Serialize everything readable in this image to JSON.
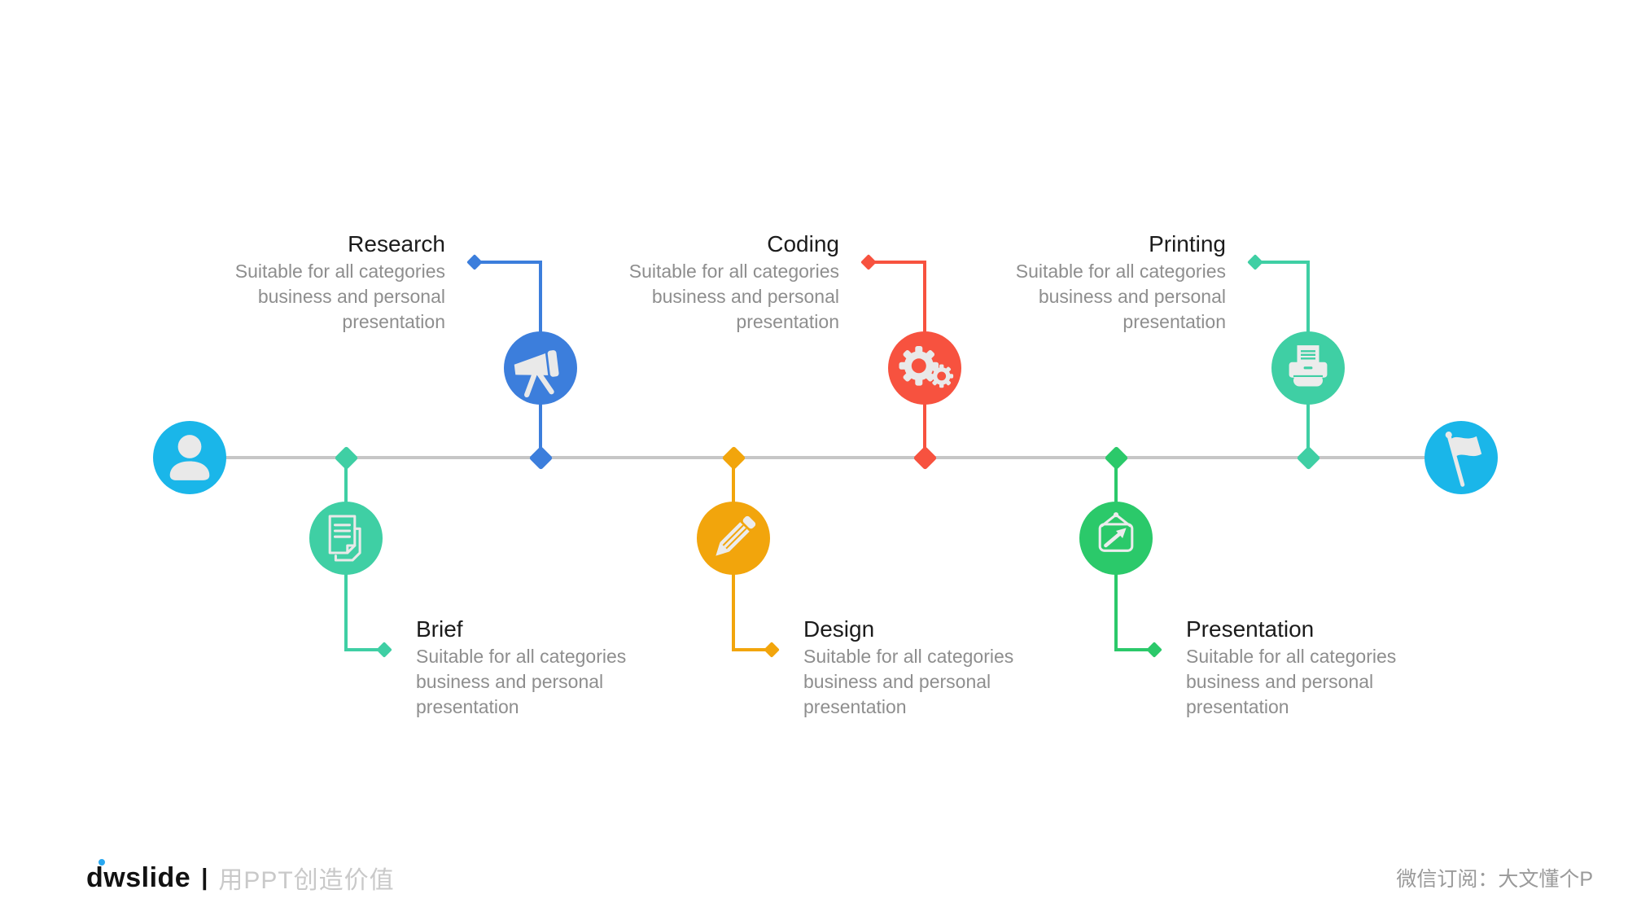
{
  "slide": {
    "background_color": "#FFFFFF",
    "timeline_color": "#C6C6C6",
    "icon_glyph_color": "#E9E9E9",
    "endpoints": {
      "start": {
        "icon": "person-icon",
        "color": "#1AB6E9"
      },
      "end": {
        "icon": "flag-icon",
        "color": "#1AB6E9"
      }
    },
    "milestones": [
      {
        "title": "Research",
        "position": "above",
        "color": "#3C7EDC",
        "icon": "telescope-icon",
        "description_lines": [
          "Suitable for all categories",
          "business and personal",
          "presentation"
        ]
      },
      {
        "title": "Brief",
        "position": "below",
        "color": "#3FCFA4",
        "icon": "documents-icon",
        "description_lines": [
          "Suitable for all categories",
          "business and personal",
          "presentation"
        ]
      },
      {
        "title": "Coding",
        "position": "above",
        "color": "#F7523F",
        "icon": "gears-icon",
        "description_lines": [
          "Suitable for all categories",
          "business and personal",
          "presentation"
        ]
      },
      {
        "title": "Design",
        "position": "below",
        "color": "#F2A50C",
        "icon": "pencil-icon",
        "description_lines": [
          "Suitable for all categories",
          "business and personal",
          "presentation"
        ]
      },
      {
        "title": "Printing",
        "position": "above",
        "color": "#3FCFA4",
        "icon": "printer-icon",
        "description_lines": [
          "Suitable for all categories",
          "business and personal",
          "presentation"
        ]
      },
      {
        "title": "Presentation",
        "position": "below",
        "color": "#2BC96A",
        "icon": "presentation-board-icon",
        "description_lines": [
          "Suitable for all categories",
          "business and personal",
          "presentation"
        ]
      }
    ]
  },
  "footer": {
    "logo_text": "dwslide",
    "logo_separator": "|",
    "tagline": "用PPT创造价值",
    "wechat_note": "微信订阅：大文懂个P"
  }
}
